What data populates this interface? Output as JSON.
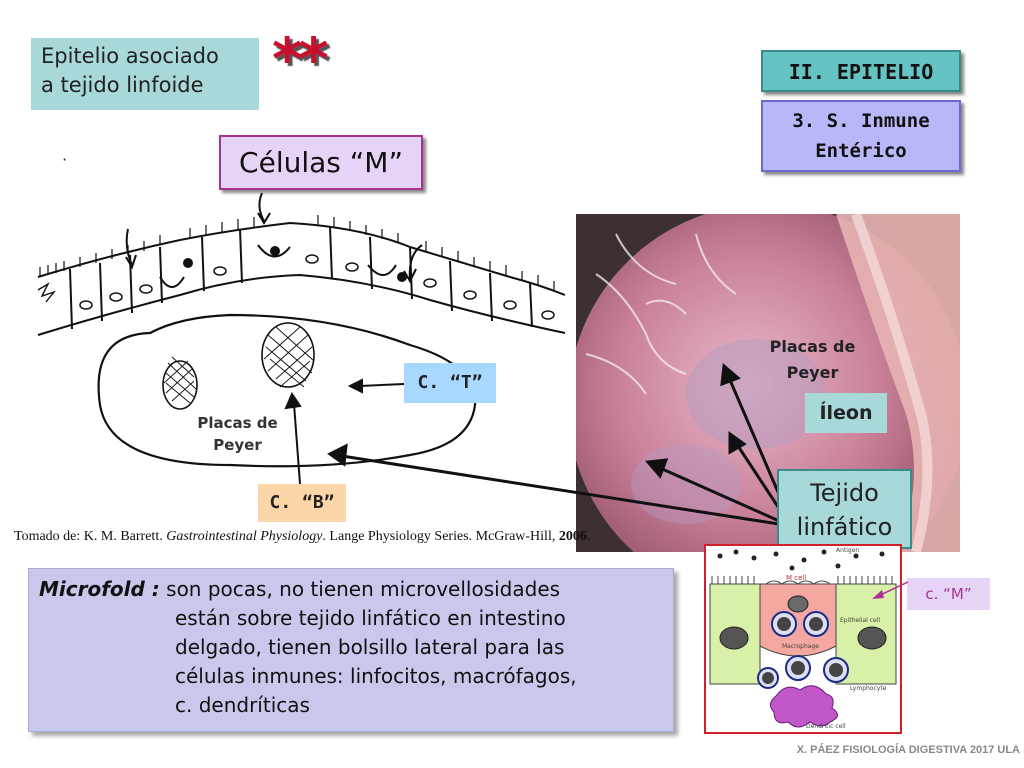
{
  "header": {
    "topic_line1": "Epitelio asociado",
    "topic_line2": "a tejido linfoide",
    "stars": "**",
    "section": "II. EPITELIO",
    "subsection_line1": "3. S. Inmune",
    "subsection_line2": "Entérico"
  },
  "diagram": {
    "title": "Células “M”",
    "c_t": "C. “T”",
    "c_b": "C. “B”",
    "placas_line1": "Placas de",
    "placas_line2": "Peyer"
  },
  "histology": {
    "placas_line1": "Placas de",
    "placas_line2": "Peyer",
    "ileon": "Íleon",
    "tejido_line1": "Tejido",
    "tejido_line2": "linfático"
  },
  "cell_figure": {
    "m_label": "c. “M”",
    "m_cell": "M cell",
    "epithelial": "Epithelial cell",
    "macrophage": "Macrophage",
    "lymphocyte": "Lymphocyte",
    "dendritic": "Dendritic cell",
    "antigen": "Antigen"
  },
  "reference": {
    "prefix": "Tomado de: K. M. Barrett. ",
    "book": "Gastrointestinal Physiology",
    "middle": ". Lange Physiology Series. McGraw-Hill, ",
    "year": "2006",
    "suffix": "."
  },
  "description": {
    "term": "Microfold :",
    "line1": " son pocas, no tienen microvellosidades",
    "line2": "están sobre tejido linfático en intestino",
    "line3": "delgado, tienen bolsillo lateral para las",
    "line4": "células inmunes: linfocitos, macrófagos,",
    "line5": "c. dendríticas"
  },
  "footer": {
    "credit": "X. PÁEZ   FISIOLOGÍA DIGESTIVA 2017  ULA"
  },
  "colors": {
    "teal_box": "#a8d8d8",
    "teal_dark": "#66c3c3",
    "lavender": "#b8b8f8",
    "pink_box": "#e6d4f6",
    "blue_box": "#a8d8ff",
    "orange_box": "#fcd6a8",
    "stars": "#c8102e",
    "frame_red": "#d0202a"
  }
}
